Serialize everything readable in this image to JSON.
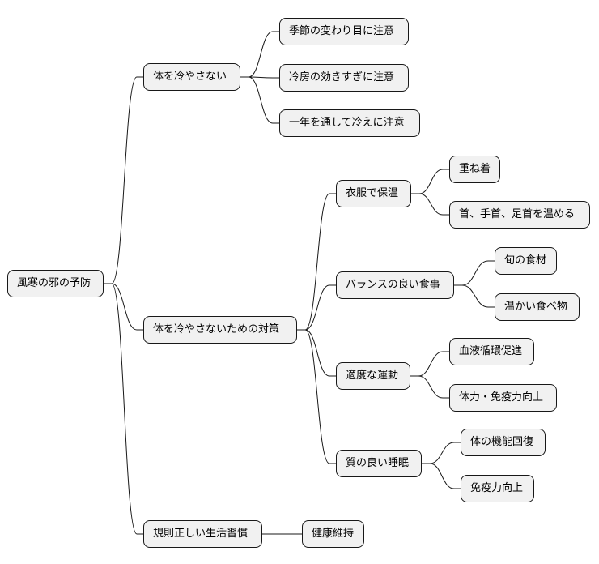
{
  "mindmap": {
    "root": {
      "label": "風寒の邪の予防",
      "children": [
        {
          "label": "体を冷やさない",
          "children": [
            {
              "label": "季節の変わり目に注意"
            },
            {
              "label": "冷房の効きすぎに注意"
            },
            {
              "label": "一年を通して冷えに注意"
            }
          ]
        },
        {
          "label": "体を冷やさないための対策",
          "children": [
            {
              "label": "衣服で保温",
              "children": [
                {
                  "label": "重ね着"
                },
                {
                  "label": "首、手首、足首を温める"
                }
              ]
            },
            {
              "label": "バランスの良い食事",
              "children": [
                {
                  "label": "旬の食材"
                },
                {
                  "label": "温かい食べ物"
                }
              ]
            },
            {
              "label": "適度な運動",
              "children": [
                {
                  "label": "血液循環促進"
                },
                {
                  "label": "体力・免疫力向上"
                }
              ]
            },
            {
              "label": "質の良い睡眠",
              "children": [
                {
                  "label": "体の機能回復"
                },
                {
                  "label": "免疫力向上"
                }
              ]
            }
          ]
        },
        {
          "label": "規則正しい生活習慣",
          "children": [
            {
              "label": "健康維持"
            }
          ]
        }
      ]
    }
  }
}
